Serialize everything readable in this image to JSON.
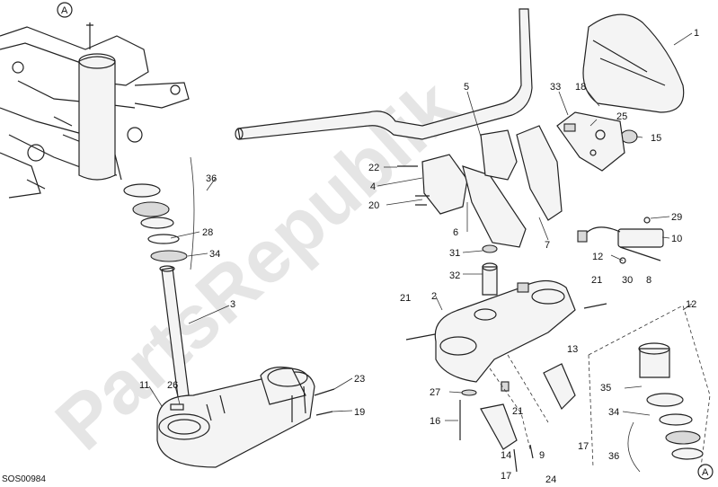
{
  "diagram": {
    "watermark": "PartsRepublik",
    "drawing_code": "SOS00984",
    "reference_marker": "A",
    "callouts": {
      "c1": "1",
      "c2": "2",
      "c3": "3",
      "c4": "4",
      "c5": "5",
      "c6": "6",
      "c7": "7",
      "c8": "8",
      "c10": "10",
      "c11": "11",
      "c12a": "12",
      "c12b": "12",
      "c13": "13",
      "c14": "14",
      "c15": "15",
      "c16": "16",
      "c17a": "17",
      "c17b": "17",
      "c18": "18",
      "c19": "19",
      "c20": "20",
      "c21a": "21",
      "c21b": "21",
      "c21c": "21",
      "c22": "22",
      "c23": "23",
      "c24": "24",
      "c25": "25",
      "c26": "26",
      "c27": "27",
      "c28": "28",
      "c29": "29",
      "c30": "30",
      "c31": "31",
      "c32": "32",
      "c33": "33",
      "c34a": "34",
      "c34b": "34",
      "c35": "35",
      "c36a": "36",
      "c36b": "36",
      "c9": "9"
    }
  }
}
